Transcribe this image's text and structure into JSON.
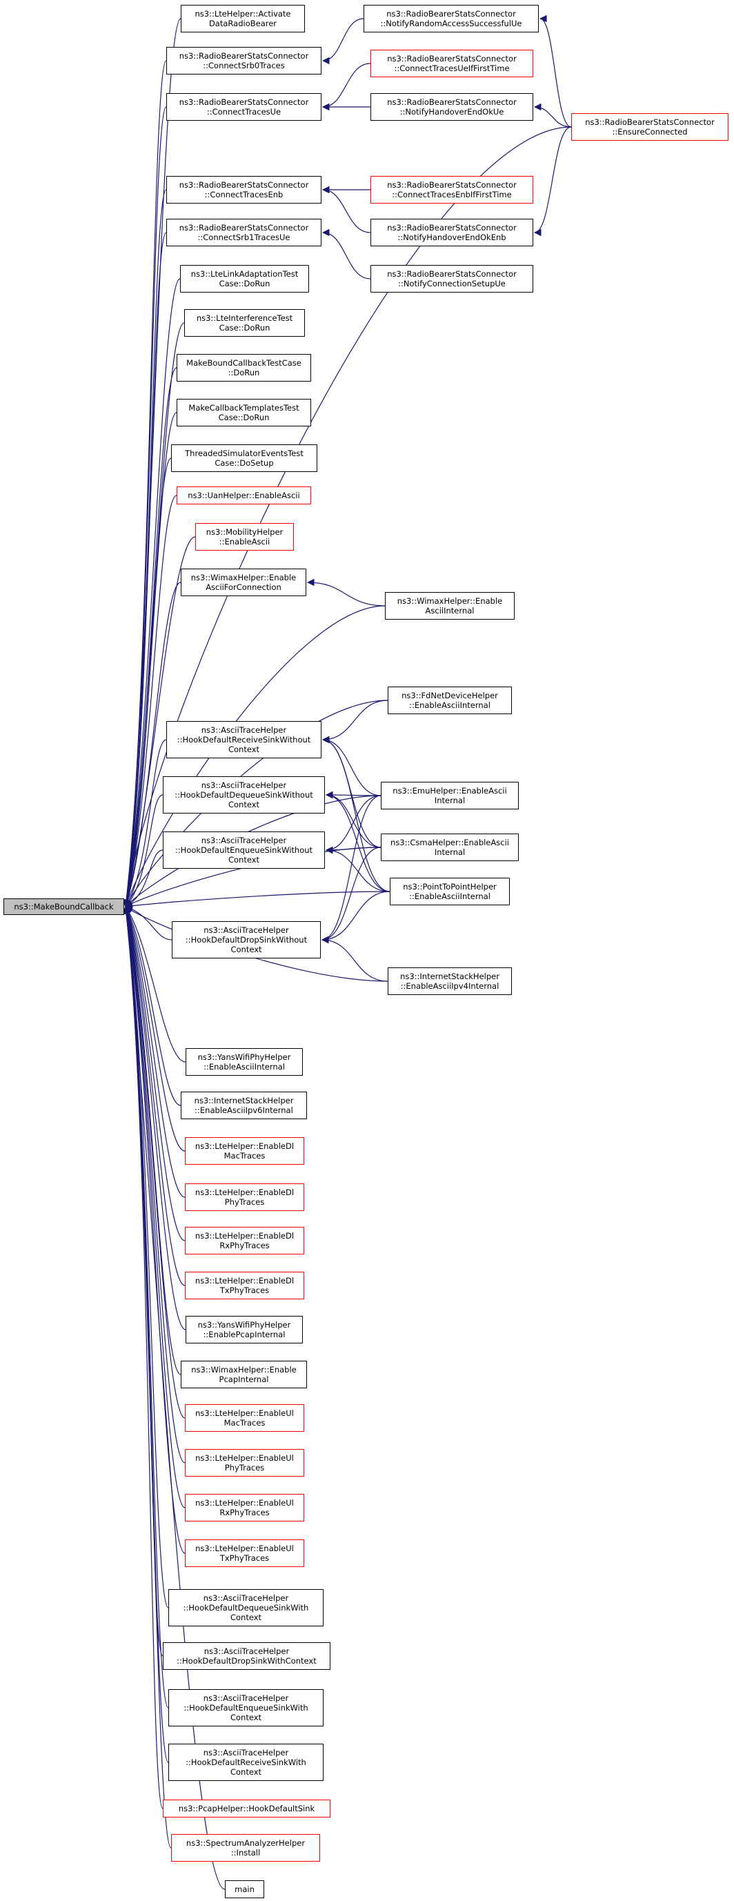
{
  "diagram": {
    "root": {
      "lines": [
        "ns3::MakeBoundCallback"
      ],
      "red": false
    },
    "nodes": [
      {
        "id": "n1",
        "lines": [
          "ns3::LteHelper::Activate",
          "DataRadioBearer"
        ],
        "red": false
      },
      {
        "id": "n2",
        "lines": [
          "ns3::RadioBearerStatsConnector",
          "::ConnectSrb0Traces"
        ],
        "red": false
      },
      {
        "id": "n3",
        "lines": [
          "ns3::RadioBearerStatsConnector",
          "::ConnectTracesUe"
        ],
        "red": false
      },
      {
        "id": "n4",
        "lines": [
          "ns3::RadioBearerStatsConnector",
          "::ConnectTracesEnb"
        ],
        "red": false
      },
      {
        "id": "n5",
        "lines": [
          "ns3::RadioBearerStatsConnector",
          "::ConnectSrb1TracesUe"
        ],
        "red": false
      },
      {
        "id": "n6",
        "lines": [
          "ns3::LteLinkAdaptationTest",
          "Case::DoRun"
        ],
        "red": false
      },
      {
        "id": "n7",
        "lines": [
          "ns3::LteInterferenceTest",
          "Case::DoRun"
        ],
        "red": false
      },
      {
        "id": "n8",
        "lines": [
          "MakeBoundCallbackTestCase",
          "::DoRun"
        ],
        "red": false
      },
      {
        "id": "n9",
        "lines": [
          "MakeCallbackTemplatesTest",
          "Case::DoRun"
        ],
        "red": false
      },
      {
        "id": "n10",
        "lines": [
          "ThreadedSimulatorEventsTest",
          "Case::DoSetup"
        ],
        "red": false
      },
      {
        "id": "n11",
        "lines": [
          "ns3::UanHelper::EnableAscii"
        ],
        "red": true
      },
      {
        "id": "n12",
        "lines": [
          "ns3::MobilityHelper",
          "::EnableAscii"
        ],
        "red": true
      },
      {
        "id": "n13",
        "lines": [
          "ns3::WimaxHelper::Enable",
          "AsciiForConnection"
        ],
        "red": false
      },
      {
        "id": "n14",
        "lines": [
          "ns3::AsciiTraceHelper",
          "::HookDefaultReceiveSinkWithout",
          "Context"
        ],
        "red": false
      },
      {
        "id": "n15",
        "lines": [
          "ns3::AsciiTraceHelper",
          "::HookDefaultDequeueSinkWithout",
          "Context"
        ],
        "red": false
      },
      {
        "id": "n16",
        "lines": [
          "ns3::AsciiTraceHelper",
          "::HookDefaultEnqueueSinkWithout",
          "Context"
        ],
        "red": false
      },
      {
        "id": "n17",
        "lines": [
          "ns3::AsciiTraceHelper",
          "::HookDefaultDropSinkWithout",
          "Context"
        ],
        "red": false
      },
      {
        "id": "n18",
        "lines": [
          "ns3::YansWifiPhyHelper",
          "::EnableAsciiInternal"
        ],
        "red": false
      },
      {
        "id": "n19",
        "lines": [
          "ns3::InternetStackHelper",
          "::EnableAsciiIpv6Internal"
        ],
        "red": false
      },
      {
        "id": "n20",
        "lines": [
          "ns3::LteHelper::EnableDl",
          "MacTraces"
        ],
        "red": true
      },
      {
        "id": "n21",
        "lines": [
          "ns3::LteHelper::EnableDl",
          "PhyTraces"
        ],
        "red": true
      },
      {
        "id": "n22",
        "lines": [
          "ns3::LteHelper::EnableDl",
          "RxPhyTraces"
        ],
        "red": true
      },
      {
        "id": "n23",
        "lines": [
          "ns3::LteHelper::EnableDl",
          "TxPhyTraces"
        ],
        "red": true
      },
      {
        "id": "n24",
        "lines": [
          "ns3::YansWifiPhyHelper",
          "::EnablePcapInternal"
        ],
        "red": false
      },
      {
        "id": "n25",
        "lines": [
          "ns3::WimaxHelper::Enable",
          "PcapInternal"
        ],
        "red": false
      },
      {
        "id": "n26",
        "lines": [
          "ns3::LteHelper::EnableUl",
          "MacTraces"
        ],
        "red": true
      },
      {
        "id": "n27",
        "lines": [
          "ns3::LteHelper::EnableUl",
          "PhyTraces"
        ],
        "red": true
      },
      {
        "id": "n28",
        "lines": [
          "ns3::LteHelper::EnableUl",
          "RxPhyTraces"
        ],
        "red": true
      },
      {
        "id": "n29",
        "lines": [
          "ns3::LteHelper::EnableUl",
          "TxPhyTraces"
        ],
        "red": true
      },
      {
        "id": "n30",
        "lines": [
          "ns3::AsciiTraceHelper",
          "::HookDefaultDequeueSinkWith",
          "Context"
        ],
        "red": false
      },
      {
        "id": "n31",
        "lines": [
          "ns3::AsciiTraceHelper",
          "::HookDefaultDropSinkWithContext"
        ],
        "red": false
      },
      {
        "id": "n32",
        "lines": [
          "ns3::AsciiTraceHelper",
          "::HookDefaultEnqueueSinkWith",
          "Context"
        ],
        "red": false
      },
      {
        "id": "n33",
        "lines": [
          "ns3::AsciiTraceHelper",
          "::HookDefaultReceiveSinkWith",
          "Context"
        ],
        "red": false
      },
      {
        "id": "n34",
        "lines": [
          "ns3::PcapHelper::HookDefaultSink"
        ],
        "red": true
      },
      {
        "id": "n35",
        "lines": [
          "ns3::SpectrumAnalyzerHelper",
          "::Install"
        ],
        "red": true
      },
      {
        "id": "n36",
        "lines": [
          "main"
        ],
        "red": false
      },
      {
        "id": "m1",
        "lines": [
          "ns3::RadioBearerStatsConnector",
          "::NotifyRandomAccessSuccessfulUe"
        ],
        "red": false
      },
      {
        "id": "m2",
        "lines": [
          "ns3::RadioBearerStatsConnector",
          "::ConnectTracesUeIfFirstTime"
        ],
        "red": true
      },
      {
        "id": "m3",
        "lines": [
          "ns3::RadioBearerStatsConnector",
          "::NotifyHandoverEndOkUe"
        ],
        "red": false
      },
      {
        "id": "m4",
        "lines": [
          "ns3::RadioBearerStatsConnector",
          "::ConnectTracesEnbIfFirstTime"
        ],
        "red": true
      },
      {
        "id": "m5",
        "lines": [
          "ns3::RadioBearerStatsConnector",
          "::NotifyHandoverEndOkEnb"
        ],
        "red": false
      },
      {
        "id": "m6",
        "lines": [
          "ns3::RadioBearerStatsConnector",
          "::NotifyConnectionSetupUe"
        ],
        "red": false
      },
      {
        "id": "m7",
        "lines": [
          "ns3::WimaxHelper::Enable",
          "AsciiInternal"
        ],
        "red": false
      },
      {
        "id": "m8",
        "lines": [
          "ns3::FdNetDeviceHelper",
          "::EnableAsciiInternal"
        ],
        "red": false
      },
      {
        "id": "m9",
        "lines": [
          "ns3::EmuHelper::EnableAscii",
          "Internal"
        ],
        "red": false
      },
      {
        "id": "m10",
        "lines": [
          "ns3::CsmaHelper::EnableAscii",
          "Internal"
        ],
        "red": false
      },
      {
        "id": "m11",
        "lines": [
          "ns3::PointToPointHelper",
          "::EnableAsciiInternal"
        ],
        "red": false
      },
      {
        "id": "m12",
        "lines": [
          "ns3::InternetStackHelper",
          "::EnableAsciiIpv4Internal"
        ],
        "red": false
      },
      {
        "id": "e1",
        "lines": [
          "ns3::RadioBearerStatsConnector",
          "::EnsureConnected"
        ],
        "red": true
      }
    ],
    "edges": [
      [
        "n1",
        "root"
      ],
      [
        "n2",
        "root"
      ],
      [
        "n3",
        "root"
      ],
      [
        "n4",
        "root"
      ],
      [
        "n5",
        "root"
      ],
      [
        "n6",
        "root"
      ],
      [
        "n7",
        "root"
      ],
      [
        "n8",
        "root"
      ],
      [
        "n9",
        "root"
      ],
      [
        "n10",
        "root"
      ],
      [
        "n11",
        "root"
      ],
      [
        "n12",
        "root"
      ],
      [
        "n13",
        "root"
      ],
      [
        "n14",
        "root"
      ],
      [
        "n15",
        "root"
      ],
      [
        "n16",
        "root"
      ],
      [
        "n17",
        "root"
      ],
      [
        "n18",
        "root"
      ],
      [
        "n19",
        "root"
      ],
      [
        "n20",
        "root"
      ],
      [
        "n21",
        "root"
      ],
      [
        "n22",
        "root"
      ],
      [
        "n23",
        "root"
      ],
      [
        "n24",
        "root"
      ],
      [
        "n25",
        "root"
      ],
      [
        "n26",
        "root"
      ],
      [
        "n27",
        "root"
      ],
      [
        "n28",
        "root"
      ],
      [
        "n29",
        "root"
      ],
      [
        "n30",
        "root"
      ],
      [
        "n31",
        "root"
      ],
      [
        "n32",
        "root"
      ],
      [
        "n33",
        "root"
      ],
      [
        "n34",
        "root"
      ],
      [
        "n35",
        "root"
      ],
      [
        "n36",
        "root"
      ],
      [
        "m1",
        "n2"
      ],
      [
        "m2",
        "n3"
      ],
      [
        "m3",
        "n3"
      ],
      [
        "m4",
        "n4"
      ],
      [
        "m5",
        "n4"
      ],
      [
        "m6",
        "n5"
      ],
      [
        "m7",
        "n13"
      ],
      [
        "m8",
        "n14"
      ],
      [
        "m9",
        "n14"
      ],
      [
        "m10",
        "n14"
      ],
      [
        "m11",
        "n14"
      ],
      [
        "m9",
        "n15"
      ],
      [
        "m10",
        "n15"
      ],
      [
        "m11",
        "n15"
      ],
      [
        "m9",
        "n16"
      ],
      [
        "m10",
        "n16"
      ],
      [
        "m11",
        "n16"
      ],
      [
        "m9",
        "n17"
      ],
      [
        "m10",
        "n17"
      ],
      [
        "m11",
        "n17"
      ],
      [
        "m12",
        "n17"
      ],
      [
        "e1",
        "m1"
      ],
      [
        "e1",
        "m3"
      ],
      [
        "e1",
        "m5"
      ],
      [
        "e1",
        "root"
      ],
      [
        "m7",
        "root"
      ],
      [
        "m8",
        "root"
      ],
      [
        "m9",
        "root"
      ],
      [
        "m10",
        "root"
      ],
      [
        "m11",
        "root"
      ],
      [
        "m12",
        "root"
      ]
    ]
  }
}
